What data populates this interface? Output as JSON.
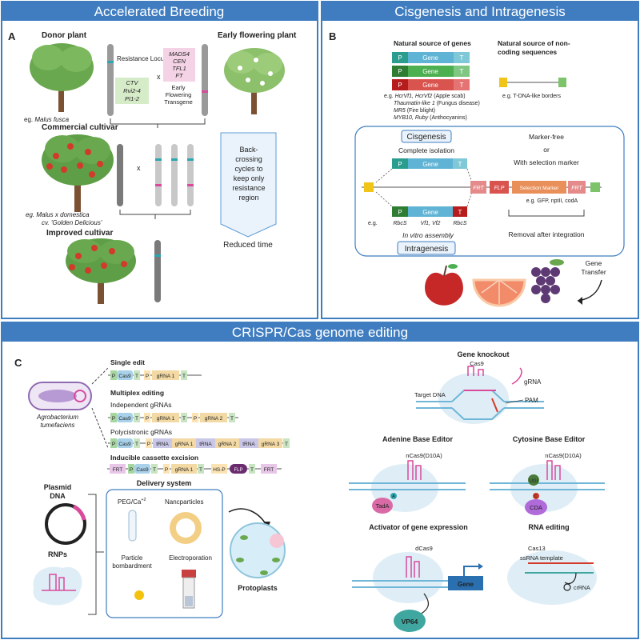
{
  "colors": {
    "header": "#3f7dc0",
    "panel_border": "#3f7dc0",
    "promoter": "#2a9d8f",
    "gene": "#5fb3d4",
    "terminator": "#7fc8d8",
    "green_cassette": "#4caf50",
    "red_cassette": "#d9534f",
    "grna": "#f3d9a4",
    "trna": "#c9c7e8",
    "frt": "#e7c6e8",
    "flp": "#6a2c6e",
    "selection_marker": "#e9905a",
    "chromosome": "#9a9a9a",
    "resistance_mark": "#2aa7b0",
    "transgene_mark": "#d94a9c",
    "cas9": "#e6a9d6",
    "dna_blue": "#6fb6d8",
    "tadA": "#d96aa6",
    "cda": "#b06ad9",
    "vp64": "#3fa7a0"
  },
  "panelA": {
    "header": "Accelerated Breeding",
    "letter": "A",
    "donor_title": "Donor plant",
    "donor_example_prefix": "eg. ",
    "donor_example_name": "Malus fusca",
    "resistance_label": "Resistance Locus",
    "resistance_genes": [
      "CTV",
      "Rvi2-4",
      "PI1-2"
    ],
    "cross_symbol": "x",
    "transgene_genes": [
      "MADS4",
      "CEN",
      "TFL1",
      "FT"
    ],
    "transgene_label": [
      "Early",
      "Flowering",
      "Transgene"
    ],
    "early_title": "Early flowering plant",
    "commercial_title": "Commercial cultivar",
    "commercial_cross": "x",
    "commercial_example": [
      "eg. Malus x domestica",
      "cv. 'Golden Delicious'"
    ],
    "backcross_text": [
      "Back-",
      "crossing",
      "cycles to",
      "keep only",
      "resistance",
      "region"
    ],
    "reduced_time": "Reduced time",
    "improved_title": "Improved cultivar"
  },
  "panelB": {
    "header": "Cisgenesis and Intragenesis",
    "letter": "B",
    "natural_genes_title": "Natural source of genes",
    "noncoding_title": [
      "Natural source of non-",
      "coding sequences"
    ],
    "cassette": {
      "p": "P",
      "gene": "Gene",
      "t": "T"
    },
    "gene_examples": [
      {
        "prefix": "e.g. ",
        "italic": "HcrVf1, HcrVf2",
        "rest": " (Apple scab)"
      },
      {
        "prefix": "",
        "italic": "Thaumatin-like 1",
        "rest": " (Fungus disease)"
      },
      {
        "prefix": "",
        "italic": "MR5",
        "rest": " (Fire blight)"
      },
      {
        "prefix": "",
        "italic": "MYB10, Ruby",
        "rest": " (Anthocyanins)"
      }
    ],
    "tdna_example": "e.g. T-DNA-like borders",
    "cisgenesis": "Cisgenesis",
    "complete_isolation": "Complete isolation",
    "marker_free": "Marker-free",
    "or": "or",
    "with_marker": "With selection marker",
    "frt": "FRT",
    "flp": "FLP",
    "selection_marker": "Selection Marker",
    "marker_examples": "e.g. GFP, nptII, codA",
    "eg": "e.g.",
    "rbcs": "RbcS",
    "vf_genes": "Vf1, Vf2",
    "in_vitro": "In vitro assembly",
    "removal": "Removal after integration",
    "intragenesis": "Intragenesis",
    "gene_transfer": [
      "Gene",
      "Transfer"
    ]
  },
  "panelC": {
    "header": "CRISPR/Cas genome editing",
    "letter": "C",
    "agro": [
      "Agrobacterium",
      "tumefaciens"
    ],
    "single_edit": "Single edit",
    "multiplex": "Multiplex editing",
    "independent": "Independent gRNAs",
    "polycistronic": "Polycistronic gRNAs",
    "inducible": "Inducible cassette excision",
    "p": "P",
    "cas9": "Cas9",
    "t": "T",
    "grna1": "gRNA 1",
    "grna2": "gRNA 2",
    "grna3": "gRNA 3",
    "trna": "tRNA",
    "frt": "FRT",
    "hsp": "HS-P",
    "flp": "FLP",
    "plasmid": [
      "Plasmid",
      "DNA"
    ],
    "rnps": "RNPs",
    "delivery": "Delivery system",
    "peg": "PEG/Ca",
    "peg_sup": "+2",
    "nanoparticles": "Nancparticles",
    "particle": [
      "Particle",
      "bombardment"
    ],
    "electroporation": "Electroporation",
    "protoplasts": "Protoplasts",
    "knockout_title": "Gene knockout",
    "ko_cas9": "Cas9",
    "ko_grna": "gRNA",
    "ko_target": "Target DNA",
    "ko_pam": "PAM",
    "abe_title": "Adenine Base Editor",
    "abe_ncas9": "nCas9(D10A)",
    "abe_a": "A",
    "tada": "TadA",
    "cbe_title": "Cytosine Base Editor",
    "cbe_ncas9": "nCas9(D10A)",
    "ugi": "UGI",
    "cbe_c": "C",
    "cda": "CDA",
    "activator_title": "Activator of gene expression",
    "dcas9": "dCas9",
    "gene": "Gene",
    "vp64": "VP64",
    "rna_title": "RNA editing",
    "cas13": "Cas13",
    "ssrna": "ssRNA template",
    "crrna": "crRNA"
  }
}
